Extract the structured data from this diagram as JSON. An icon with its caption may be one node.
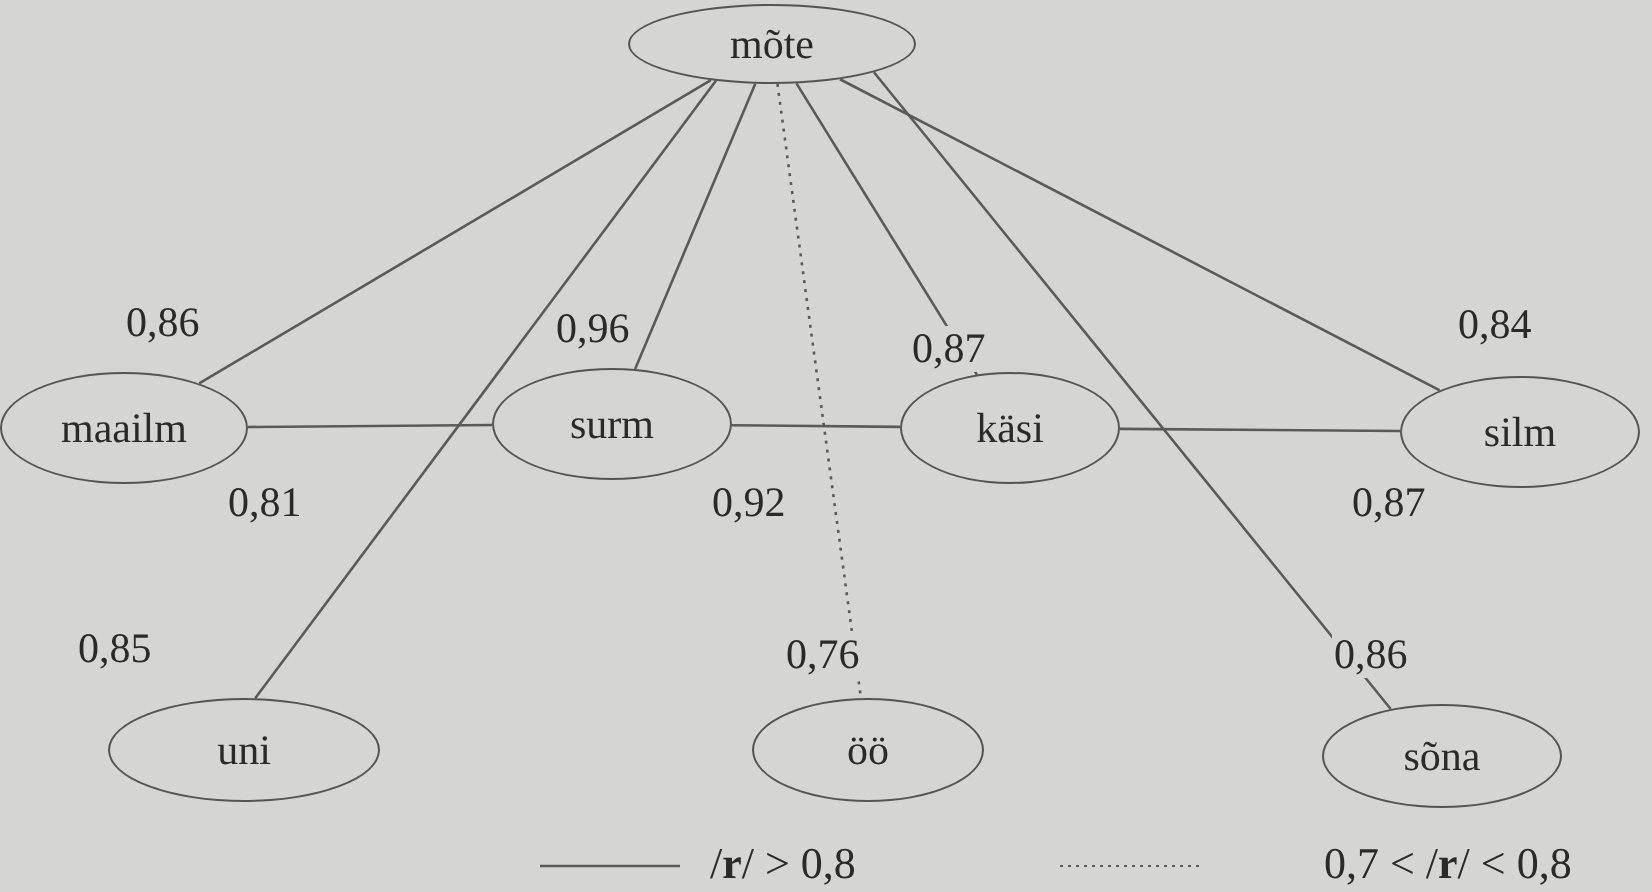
{
  "diagram": {
    "nodes": [
      {
        "text": [
          "mõte"
        ]
      },
      {
        "text": [
          "maailm"
        ]
      },
      {
        "text": [
          "surm"
        ]
      },
      {
        "text": [
          "käsi"
        ]
      },
      {
        "text": [
          "silm"
        ]
      },
      {
        "text": [
          "uni"
        ]
      },
      {
        "text": [
          "öö"
        ]
      },
      {
        "text": [
          "sõna"
        ]
      }
    ],
    "edges": [
      {
        "from": 0,
        "to": 1,
        "arrow": "none",
        "label": "0,86"
      },
      {
        "from": 0,
        "to": 2,
        "arrow": "none",
        "label": "0,96"
      },
      {
        "from": 0,
        "to": 3,
        "arrow": "none",
        "label": "0,87"
      },
      {
        "from": 0,
        "to": 4,
        "arrow": "none",
        "label": "0,84"
      },
      {
        "from": 0,
        "to": 5,
        "arrow": "none",
        "label": "0,85"
      },
      {
        "from": 0,
        "to": 6,
        "arrow": "none",
        "label": "0,76",
        "style": "dashed"
      },
      {
        "from": 0,
        "to": 7,
        "arrow": "none",
        "label": "0,86"
      },
      {
        "from": 1,
        "to": 2,
        "arrow": "none",
        "label": "0,81"
      },
      {
        "from": 2,
        "to": 3,
        "arrow": "none",
        "label": "0,92"
      },
      {
        "from": 3,
        "to": 4,
        "arrow": "none",
        "label": "0,87"
      }
    ],
    "legend": [
      {
        "text": "/**r**/ > 0,8"
      },
      {
        "text": "0,7 < /**r**/ < 0,8"
      }
    ]
  }
}
